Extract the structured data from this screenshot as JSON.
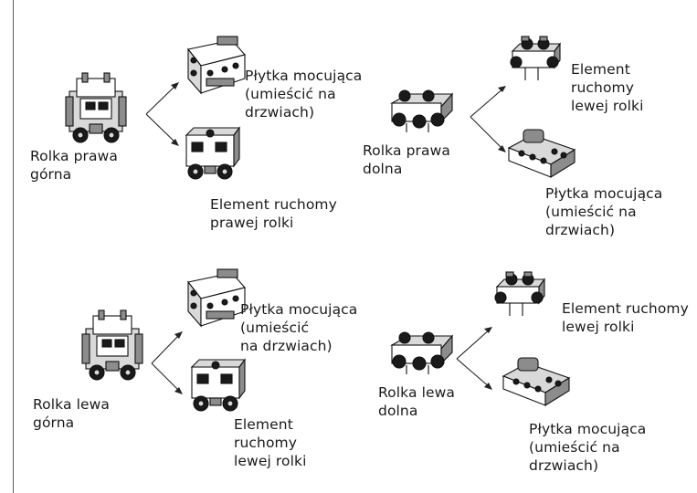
{
  "groups": [
    {
      "source": "Rolka prawa\ngórna",
      "part_a": "Płytka mocująca\n(umieścić na\ndrzwiach)",
      "part_b": "Element ruchomy\nprawej rolki"
    },
    {
      "source": "Rolka prawa\ndolna",
      "part_a": "Element\nruchomy\nlewej rolki",
      "part_b": "Płytka mocująca\n(umieścić na\ndrzwiach)"
    },
    {
      "source": "Rolka lewa\ngórna",
      "part_a": "Płytka mocująca\n(umieścić\nna drzwiach)",
      "part_b": "Element\nruchomy\nlewej rolki"
    },
    {
      "source": "Rolka lewa\ndolna",
      "part_a": "Element ruchomy\nlewej rolki",
      "part_b": "Płytka mocująca\n(umieścić na\ndrzwiach)"
    }
  ]
}
